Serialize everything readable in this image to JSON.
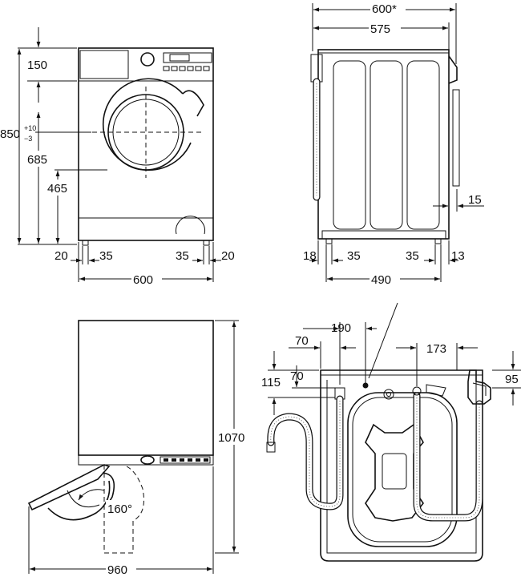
{
  "front_view": {
    "height_top": "150",
    "total_height_base": "850",
    "tolerance_upper": "+10",
    "tolerance_lower": "−3",
    "door_center_height": "685",
    "door_bottom_height": "465",
    "foot_offset_left": "20",
    "foot_width_left": "35",
    "foot_width_right": "35",
    "foot_offset_right": "20",
    "width": "600"
  },
  "side_view": {
    "depth_total": "600*",
    "depth_body": "575",
    "back_protrusion": "15",
    "foot_offset_left": "18",
    "foot_width_left": "35",
    "foot_width_right": "35",
    "foot_offset_right": "13",
    "foot_span": "490"
  },
  "top_view": {
    "height": "1070",
    "door_angle": "160°",
    "door_open_width": "960"
  },
  "rear_view": {
    "inlet_offset": "190",
    "hose_left_offset": "70",
    "hose_height_offset": "70",
    "left_height": "115",
    "drain_offset": "173",
    "right_height": "95"
  }
}
